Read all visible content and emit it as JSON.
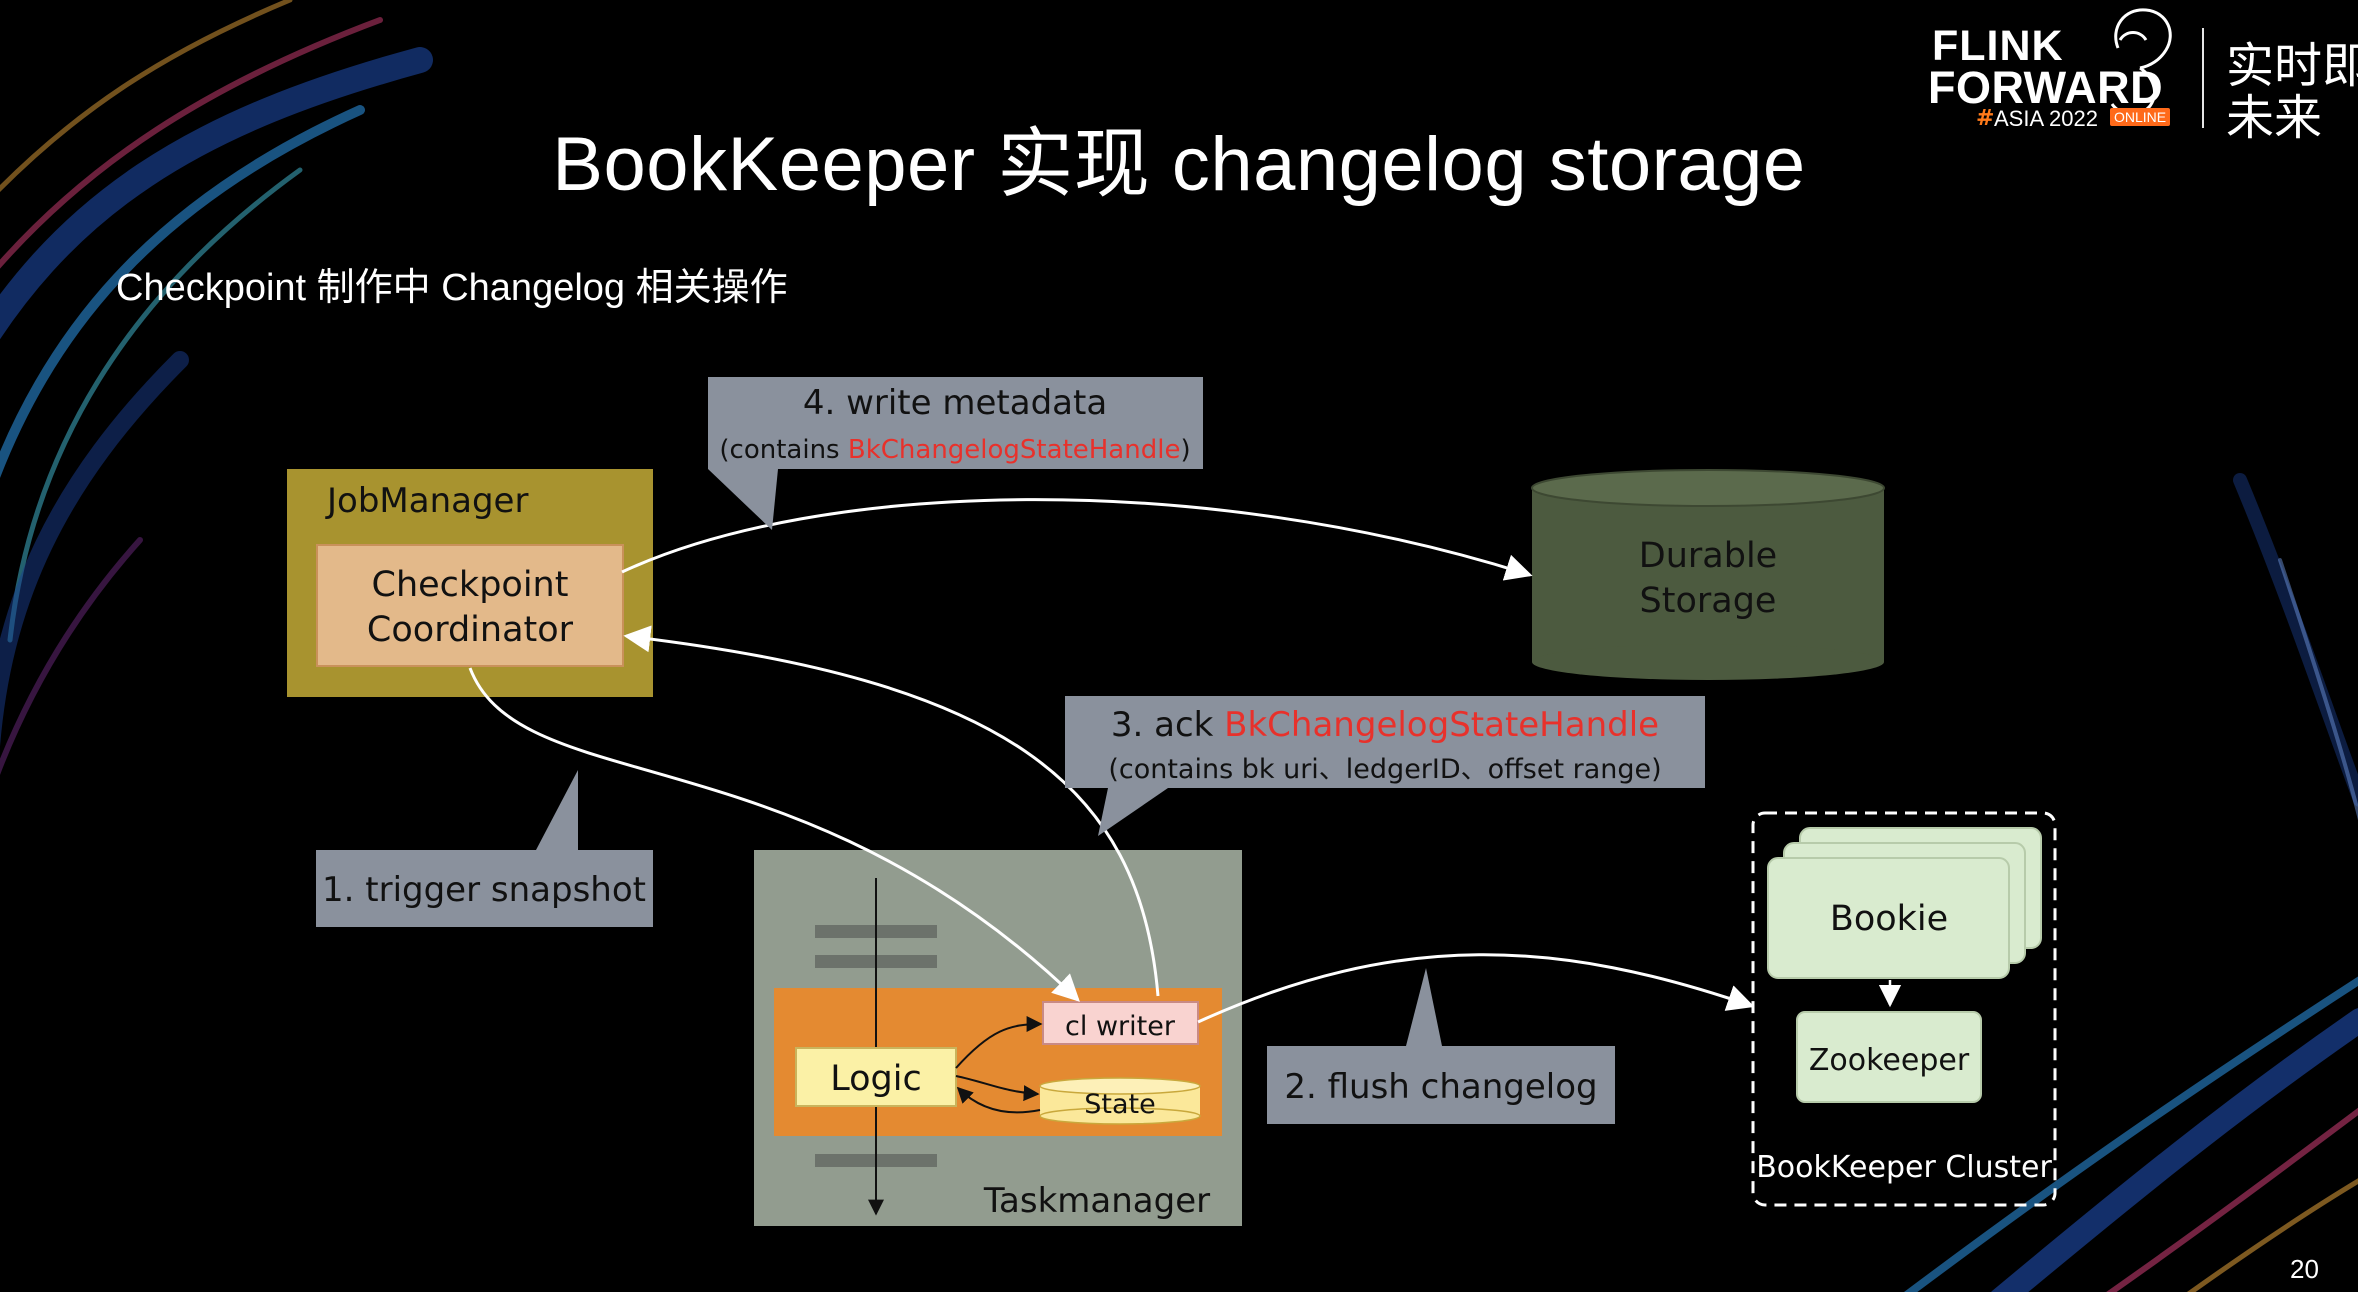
{
  "slide": {
    "title": "BookKeeper 实现 changelog storage",
    "subtitle": "Checkpoint 制作中 Changelog 相关操作",
    "page_number": "20"
  },
  "logo": {
    "line1": "FLINK",
    "line2": "FORWARD",
    "hash": "#",
    "event": "ASIA 2022",
    "badge": "ONLINE",
    "cn_line1": "实时即",
    "cn_line2": "未来",
    "icon": "squirrel-icon"
  },
  "diagram": {
    "jobmanager": {
      "label": "JobManager",
      "coordinator_line1": "Checkpoint",
      "coordinator_line2": "Coordinator"
    },
    "durable": {
      "line1": "Durable",
      "line2": "Storage"
    },
    "taskmanager": {
      "label": "Taskmanager",
      "logic": "Logic",
      "cl_writer": "cl writer",
      "state": "State"
    },
    "bookkeeper": {
      "label": "BookKeeper Cluster",
      "bookie": "Bookie",
      "zookeeper": "Zookeeper"
    },
    "callouts": {
      "step1": "1. trigger snapshot",
      "step2": "2. flush changelog",
      "step3_prefix": "3. ack ",
      "step3_highlight": "BkChangelogStateHandle",
      "step3_sub": "(contains bk uri、ledgerID、offset range)",
      "step4": "4. write metadata",
      "step4_sub_prefix": "(contains ",
      "step4_sub_highlight": "BkChangelogStateHandle",
      "step4_sub_suffix": ")"
    }
  },
  "colors": {
    "jobmanager_bg": "#a8932f",
    "coordinator_bg": "#e3b98a",
    "durable_bg": "#4c5a3f",
    "taskmanager_bg": "#929c8f",
    "operator_bg": "#e48a31",
    "logic_bg": "#fbf1a6",
    "clwriter_bg": "#f9d3d0",
    "state_bg": "#fbe89a",
    "node_bg": "#d9ebcf",
    "callout_bg": "#8a919d",
    "highlight": "#e8312b"
  }
}
